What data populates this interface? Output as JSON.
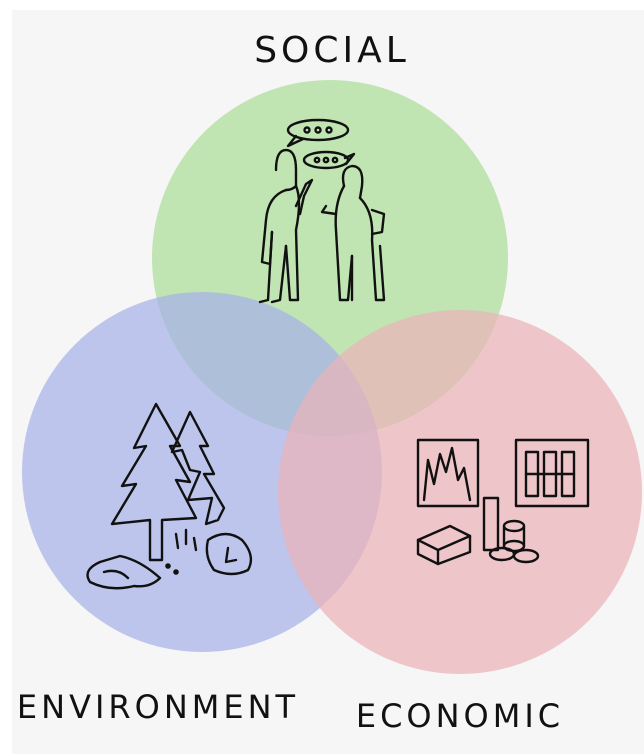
{
  "labels": {
    "social": "SOCIAL",
    "environment": "ENVIRONMENT",
    "economic": "ECONOMIC"
  },
  "colors": {
    "background": "#f6f6f6",
    "social": "#b7e0a7",
    "environment": "#a6b1e8",
    "economic": "#eab3b8",
    "ink": "#111111"
  },
  "icons": {
    "social": "two-people-talking-icon",
    "environment": "pine-trees-and-rocks-icon",
    "economic": "chart-and-coins-icon"
  }
}
